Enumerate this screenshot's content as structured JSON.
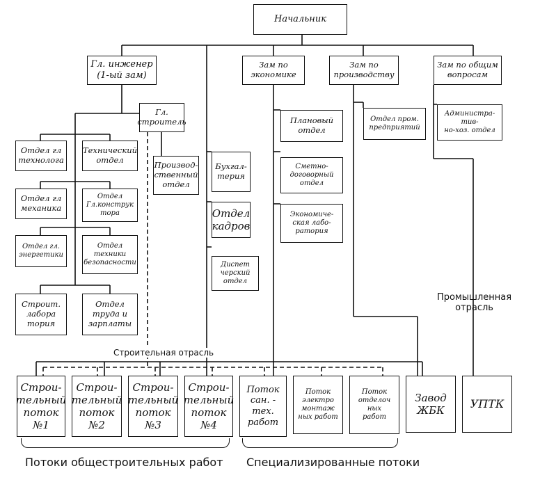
{
  "boxes": {
    "head": "Начальник",
    "chief_engineer": "Гл. инженер\n(1-ый зам)",
    "dep_economy": "Зам по\nэкономике",
    "dep_production": "Зам по\nпроизводству",
    "dep_general": "Зам по общим\nвопросам",
    "chief_builder": "Гл.\nстроитель",
    "tech_dept": "Отдел гл\nтехнолога",
    "technical_dept": "Технический\nотдел",
    "mech_dept": "Отдел гл\nмеханика",
    "constructor_dept": "Отдел\nГл.конструк\nтора",
    "energy_dept": "Отдел гл.\nэнергетики",
    "safety_dept": "Отдел\nтехники\nбезопасности",
    "lab_dept": "Строит.\nлабора\nтория",
    "labor_dept": "Отдел\nтруда и\nзарплаты",
    "production_dept": "Производ-\nственный\nотдел",
    "accounting": "Бухгал-\nтерия",
    "hr_dept": "Отдел\nкадров",
    "dispatch_dept": "Диспет\nчерский\nотдел",
    "planning_dept": "Плановый\nотдел",
    "estimate_dept": "Сметно-\nдоговорный\nотдел",
    "econ_lab": "Экономиче-\nская лабо-\nратория",
    "industrial_dept": "Отдел пром.\nпредприятий",
    "admin_dept": "Администра-\nтив-\nно-хоз. отдел",
    "flow1": "Строи-\nтельный\nпоток\n№1",
    "flow2": "Строи-\nтельный\nпоток\n№2",
    "flow3": "Строи-\nтельный\nпоток\n№3",
    "flow4": "Строи-\nтельный\nпоток\n№4",
    "flow_san": "Поток\nсан. -\nтех.\nработ",
    "flow_elec": "Поток\nэлектро\nмонтаж\nных работ",
    "flow_finish": "Поток\nотделоч\nных\nработ",
    "plant_zhbk": "Завод\nЖБК",
    "uptk": "УПТК"
  },
  "labels": {
    "industrial_sector": "Промышленная\nотрасль",
    "construction_sector": "Строительная отрасль",
    "general_flows": "Потоки общестроительных работ",
    "specialized_flows": "Специализированные потоки"
  }
}
